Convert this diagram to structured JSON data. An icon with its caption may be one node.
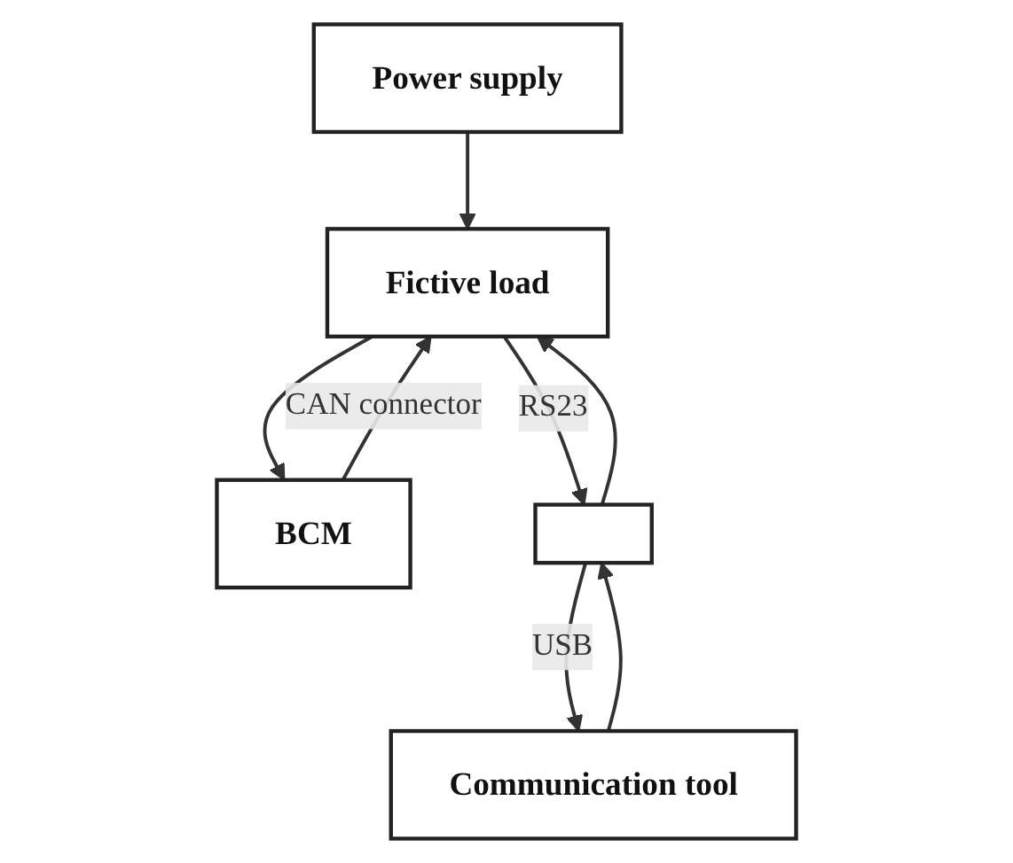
{
  "diagram": {
    "nodes": [
      {
        "text": [
          "Power supply"
        ]
      },
      {
        "text": [
          "BCM"
        ]
      },
      {
        "text": [
          "Fictive load"
        ]
      },
      {
        "text": [],
        "shape": "box"
      },
      {
        "text": [
          "Communication tool"
        ]
      }
    ],
    "edges": [
      {
        "from": 0,
        "to": 2,
        "arrow": "to"
      },
      {
        "from": 1,
        "to": 2,
        "arrow": "to",
        "label": "CAN connector"
      },
      {
        "from": 2,
        "to": 1,
        "arrow": "to"
      },
      {
        "from": 2,
        "to": 3,
        "arrow": "to",
        "label": "RS23"
      },
      {
        "from": 3,
        "to": 2,
        "arrow": "to"
      },
      {
        "from": 3,
        "to": 4,
        "arrow": "to",
        "label": "USB"
      },
      {
        "from": 4,
        "to": 3,
        "arrow": "to"
      }
    ]
  }
}
